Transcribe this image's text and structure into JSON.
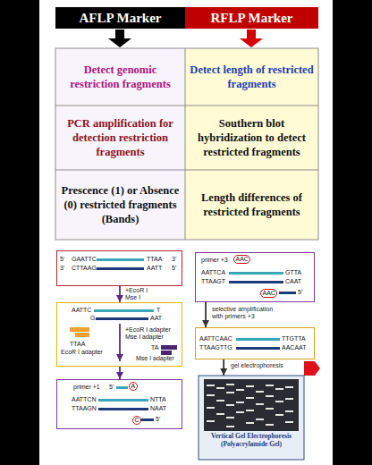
{
  "diagram": {
    "nodes": [
      {
        "text": [
          "AFLP Marker"
        ]
      },
      {
        "text": [
          "RFLP Marker"
        ]
      },
      {
        "text": [
          "5'",
          "GAATTC",
          "TTAA",
          "3'",
          "3'",
          "CTTAAG",
          "AATT",
          "5'"
        ]
      },
      {
        "text": [
          "AATTC",
          "T",
          "G",
          "AAT",
          "TTAA",
          "EcoR I adapter",
          "+EcoR I adapter Mse I adapter",
          "TA",
          "Mse I adapter"
        ]
      },
      {
        "text": [
          "primer +1",
          "5'",
          "A",
          "AATTCN",
          "NTTA",
          "TTAAGN",
          "NAAT",
          "C",
          "5'"
        ]
      },
      {
        "text": [
          "primer +3",
          "AAC",
          "AATTCA",
          "GTTA",
          "TTAAGT",
          "CAAT",
          "AAC",
          "5'"
        ]
      },
      {
        "text": [
          "AATTCAAC",
          "TTGTTA",
          "TTAAGTTG",
          "AACAAT"
        ]
      },
      {
        "text": [
          "Vertical Gel Electrophoresis (Polyacrylamide Gel)"
        ]
      }
    ],
    "edges": [
      {
        "from": 2,
        "to": 3,
        "arrow": "to",
        "label": "+EcoR I Mse I"
      },
      {
        "from": 3,
        "to": 4,
        "arrow": "to"
      },
      {
        "from": 5,
        "to": 6,
        "arrow": "to",
        "label": "selective amplification with primers +3"
      },
      {
        "from": 6,
        "to": 7,
        "arrow": "to",
        "label": "gel electrophoresis"
      }
    ],
    "labels": [
      "Detect genomic restriction fragments",
      "Detect length of restricted fragments",
      "PCR amplification for detection restriction fragments",
      "Southern blot hybridization to detect restricted fragments",
      "Prescence (1) or Absence (0) restricted fragments (Bands)",
      "Length differences of restricted fragments"
    ]
  }
}
